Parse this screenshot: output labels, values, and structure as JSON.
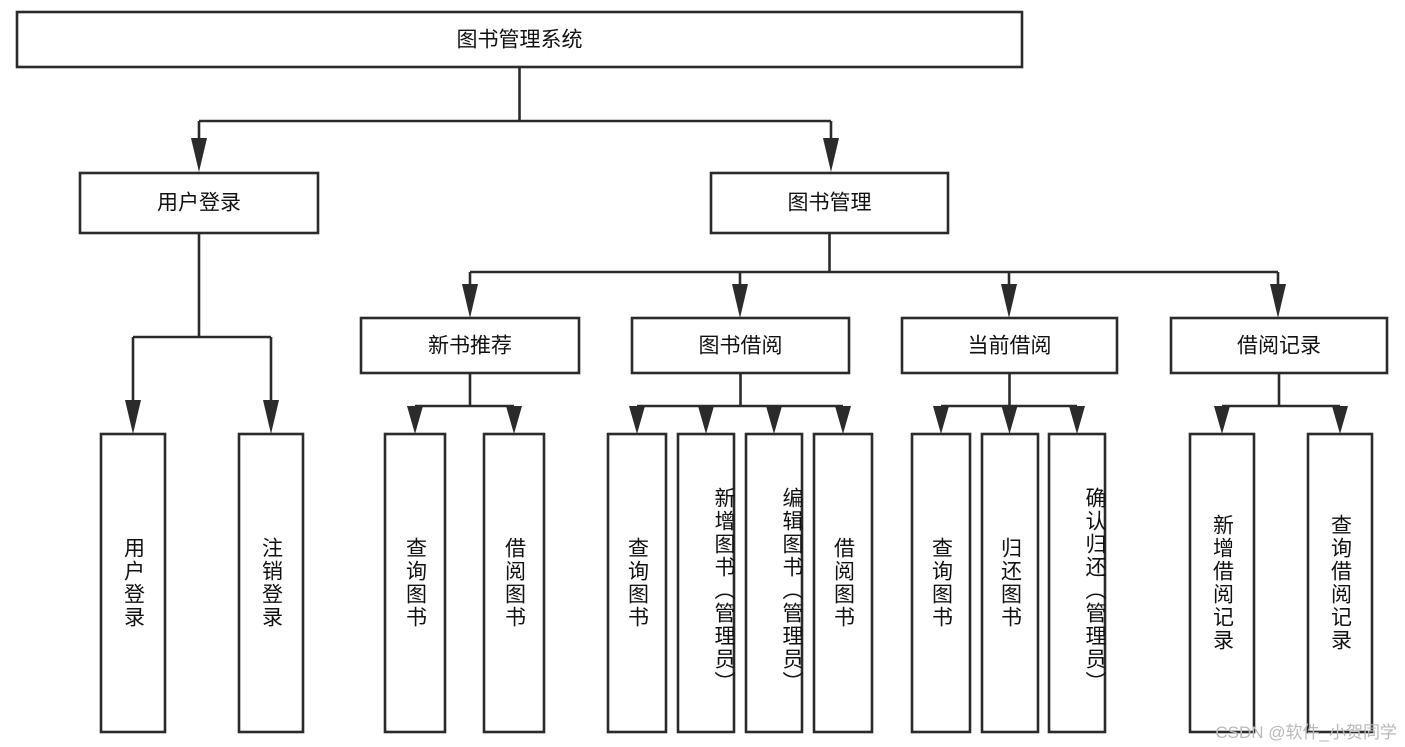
{
  "diagram": {
    "type": "tree",
    "title_node": {
      "label": "图书管理系统"
    },
    "level1": [
      {
        "id": "user-login",
        "label": "用户登录"
      },
      {
        "id": "book-management",
        "label": "图书管理"
      }
    ],
    "level2": [
      {
        "id": "new-book-recommend",
        "label": "新书推荐",
        "parent": "book-management"
      },
      {
        "id": "book-borrow",
        "label": "图书借阅",
        "parent": "book-management"
      },
      {
        "id": "current-borrow",
        "label": "当前借阅",
        "parent": "book-management"
      },
      {
        "id": "borrow-record",
        "label": "借阅记录",
        "parent": "book-management"
      }
    ],
    "leaves": [
      {
        "id": "leaf-user-login",
        "label": "用户登录",
        "parent": "user-login"
      },
      {
        "id": "leaf-logout-login",
        "label": "注销登录",
        "parent": "user-login"
      },
      {
        "id": "leaf-query-book-1",
        "label": "查询图书",
        "parent": "new-book-recommend"
      },
      {
        "id": "leaf-borrow-book-1",
        "label": "借阅图书",
        "parent": "new-book-recommend"
      },
      {
        "id": "leaf-query-book-2",
        "label": "查询图书",
        "parent": "book-borrow"
      },
      {
        "id": "leaf-add-book",
        "label": "新增图书（管理员）",
        "parent": "book-borrow"
      },
      {
        "id": "leaf-edit-book",
        "label": "编辑图书（管理员）",
        "parent": "book-borrow"
      },
      {
        "id": "leaf-borrow-book-2",
        "label": "借阅图书",
        "parent": "book-borrow"
      },
      {
        "id": "leaf-query-book-3",
        "label": "查询图书",
        "parent": "current-borrow"
      },
      {
        "id": "leaf-return-book",
        "label": "归还图书",
        "parent": "current-borrow"
      },
      {
        "id": "leaf-confirm-return",
        "label": "确认归还（管理员）",
        "parent": "current-borrow"
      },
      {
        "id": "leaf-add-record",
        "label": "新增借阅记录",
        "parent": "borrow-record"
      },
      {
        "id": "leaf-query-record",
        "label": "查询借阅记录",
        "parent": "borrow-record"
      }
    ]
  },
  "watermark": {
    "text": "CSDN @软件_小贺同学"
  },
  "colors": {
    "stroke": "#2b2b2b",
    "fill": "#ffffff",
    "text": "#111111",
    "watermark": "#b9b9b9"
  }
}
